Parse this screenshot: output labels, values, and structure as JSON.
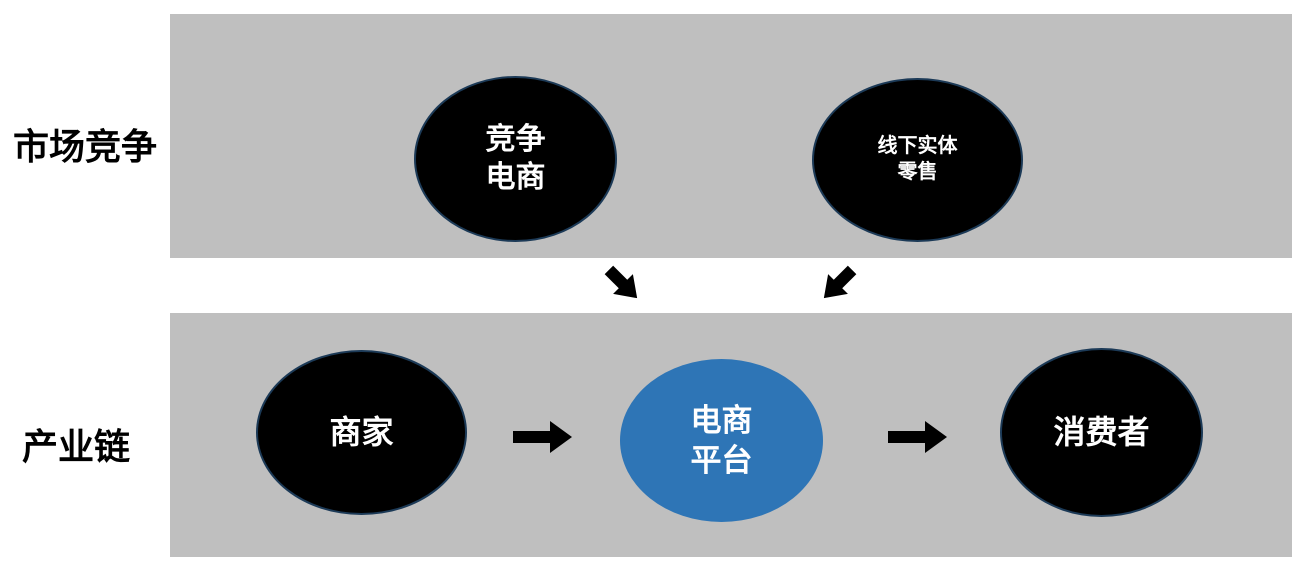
{
  "colors": {
    "page_bg": "#ffffff",
    "band_bg": "#bfbfbf",
    "node_black": "#000000",
    "node_black_border": "#1c3a57",
    "node_blue": "#2e75b6",
    "node_text": "#ffffff",
    "label_color": "#000000",
    "arrow_color": "#000000"
  },
  "row_labels": {
    "market_competition": "市场竞争",
    "industry_chain": "产业链"
  },
  "nodes": {
    "competing_ecommerce": {
      "line1": "竞争",
      "line2": "电商"
    },
    "offline_retail": {
      "line1": "线下实体",
      "line2": "零售"
    },
    "merchants": {
      "line1": "商家"
    },
    "ecommerce_platform": {
      "line1": "电商",
      "line2": "平台"
    },
    "consumers": {
      "line1": "消费者"
    }
  },
  "icons": {
    "down_right_arrow": "↘",
    "down_left_arrow": "↙",
    "right_arrow": "→"
  }
}
